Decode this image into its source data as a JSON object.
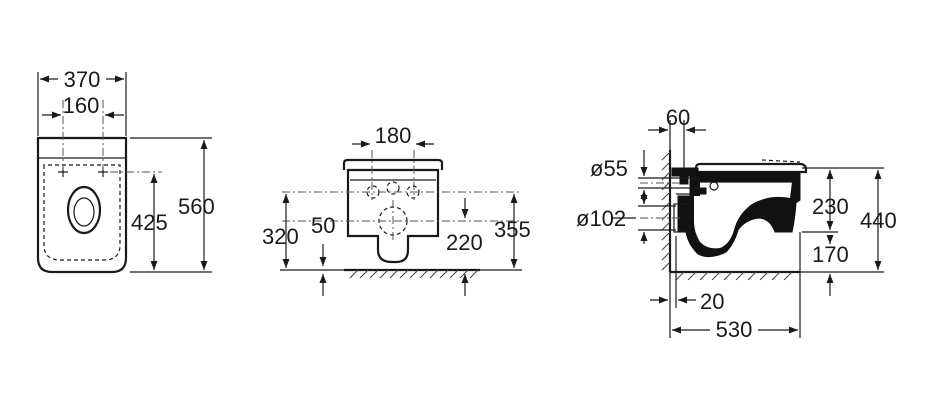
{
  "front_view": {
    "dim_overall_width": "370",
    "dim_fixing_centres": "160",
    "dim_overall_height": "560",
    "dim_fixing_height": "425"
  },
  "wall_plate_view": {
    "dim_top_fixings": "180",
    "dim_left_height": "320",
    "dim_inner": "50",
    "dim_right_inner": "220",
    "dim_right_height": "355"
  },
  "side_view": {
    "dim_wall_gap": "60",
    "dim_inlet": "ø55",
    "dim_outlet": "ø102",
    "dim_offset": "20",
    "dim_projection": "530",
    "dim_seat_height": "230",
    "dim_outlet_height": "170",
    "dim_total_height": "440"
  }
}
